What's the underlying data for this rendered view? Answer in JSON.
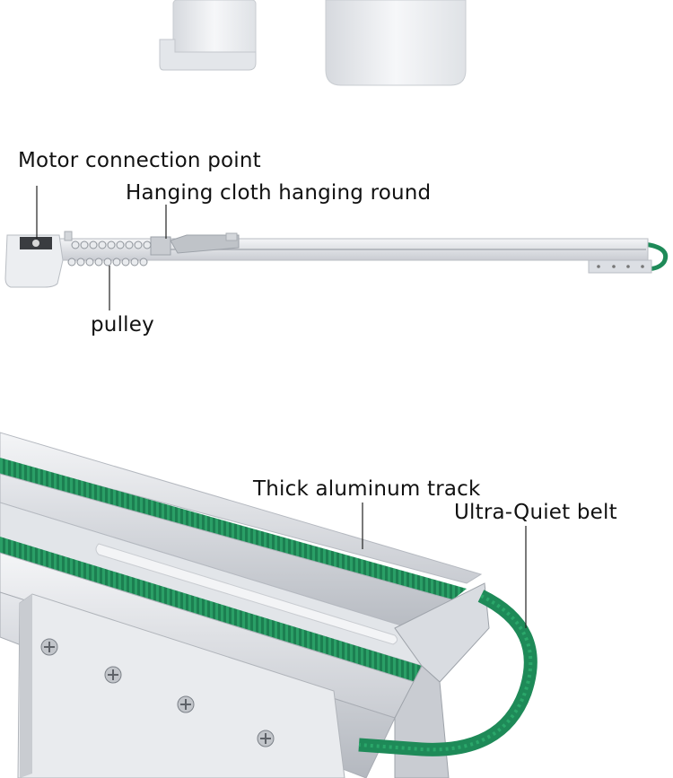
{
  "labels": {
    "motor_connection": "Motor connection point",
    "hanging_cloth": "Hanging cloth hanging round",
    "pulley": "pulley",
    "thick_track": "Thick aluminum track",
    "quiet_belt": "Ultra-Quiet belt"
  },
  "colors": {
    "belt_green": "#1e8a58",
    "track_silver": "#d9dde3",
    "device_white": "#eef0f3",
    "label_text": "#111111"
  }
}
